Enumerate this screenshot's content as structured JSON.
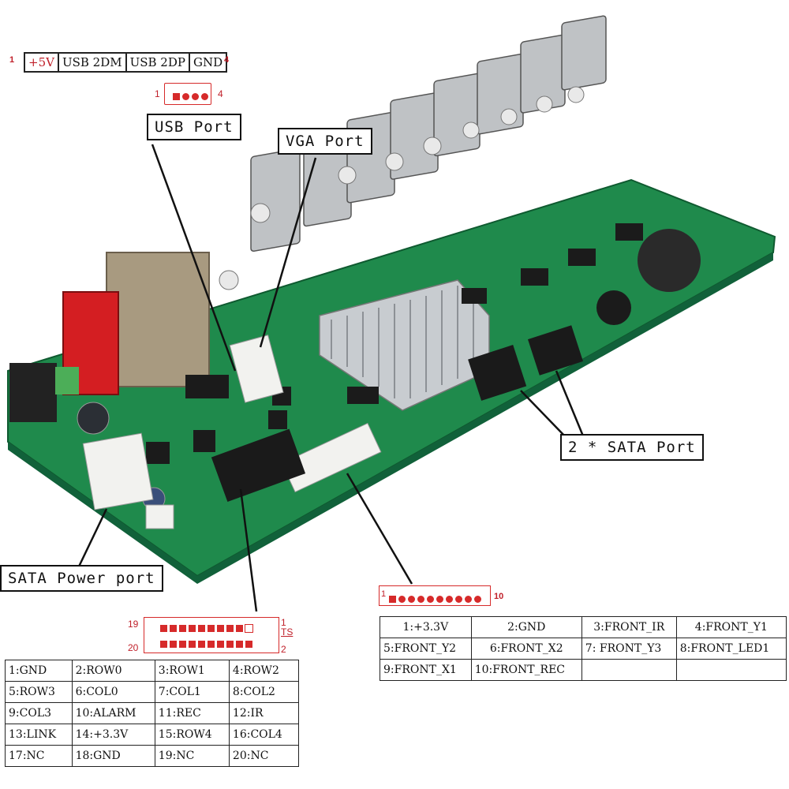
{
  "usb_header": {
    "pin_start": "1",
    "pin_end": "4",
    "cells": [
      "+5V",
      "USB 2DM",
      "USB 2DP",
      "GND"
    ],
    "connector_left": "1",
    "connector_right": "4"
  },
  "callouts": {
    "usb_port": "USB Port",
    "vga_port": "VGA Port",
    "sata_port": "2 * SATA Port",
    "sata_power": "SATA Power port"
  },
  "front_connector": {
    "pin_left": "1",
    "pin_right": "10",
    "rows": [
      [
        "1:+3.3V",
        "2:GND",
        "3:FRONT_IR",
        "4:FRONT_Y1"
      ],
      [
        "5:FRONT_Y2",
        "6:FRONT_X2",
        "7: FRONT_Y3",
        "8:FRONT_LED1"
      ],
      [
        "9:FRONT_X1",
        "10:FRONT_REC",
        "",
        ""
      ]
    ]
  },
  "keypad_header": {
    "top_left": "19",
    "top_right": "1",
    "bottom_left": "20",
    "bottom_right": "2",
    "ts_label": "TS",
    "rows": [
      [
        "1:GND",
        "2:ROW0",
        "3:ROW1",
        "4:ROW2"
      ],
      [
        "5:ROW3",
        "6:COL0",
        "7:COL1",
        "8:COL2"
      ],
      [
        "9:COL3",
        "10:ALARM",
        "11:REC",
        "12:IR"
      ],
      [
        "13:LINK",
        "14:+3.3V",
        "15:ROW4",
        "16:COL4"
      ],
      [
        "17:NC",
        "18:GND",
        "19:NC",
        "20:NC"
      ]
    ]
  },
  "colors": {
    "pcb": "#1f8a4c",
    "pin_red": "#d62a2a",
    "heatsink": "#c8ccd0",
    "connector_red": "#d41e22"
  }
}
